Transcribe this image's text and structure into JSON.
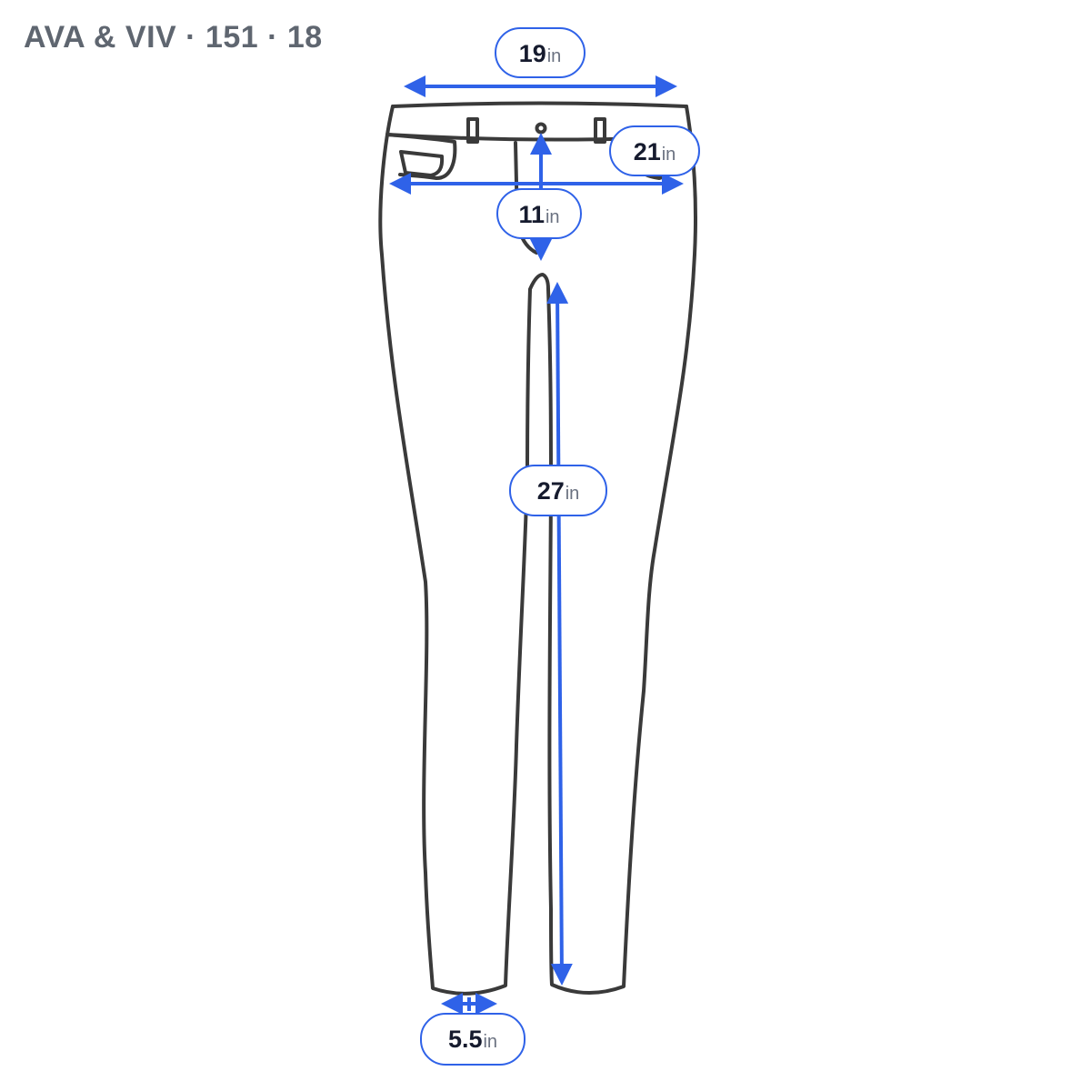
{
  "header": {
    "title": "AVA & VIV · 151 · 18"
  },
  "diagram": {
    "garment": "pants-outline",
    "colors": {
      "outline": "#3a3a3a",
      "measure": "#2f62e8",
      "label_text": "#161b2e",
      "unit_text": "#6a7180",
      "header_text": "#5f6670"
    },
    "measurements": {
      "waist": {
        "value": "19",
        "unit": "in"
      },
      "hip": {
        "value": "21",
        "unit": "in"
      },
      "rise": {
        "value": "11",
        "unit": "in"
      },
      "inseam": {
        "value": "27",
        "unit": "in"
      },
      "leg_opening": {
        "value": "5.5",
        "unit": "in"
      }
    }
  }
}
